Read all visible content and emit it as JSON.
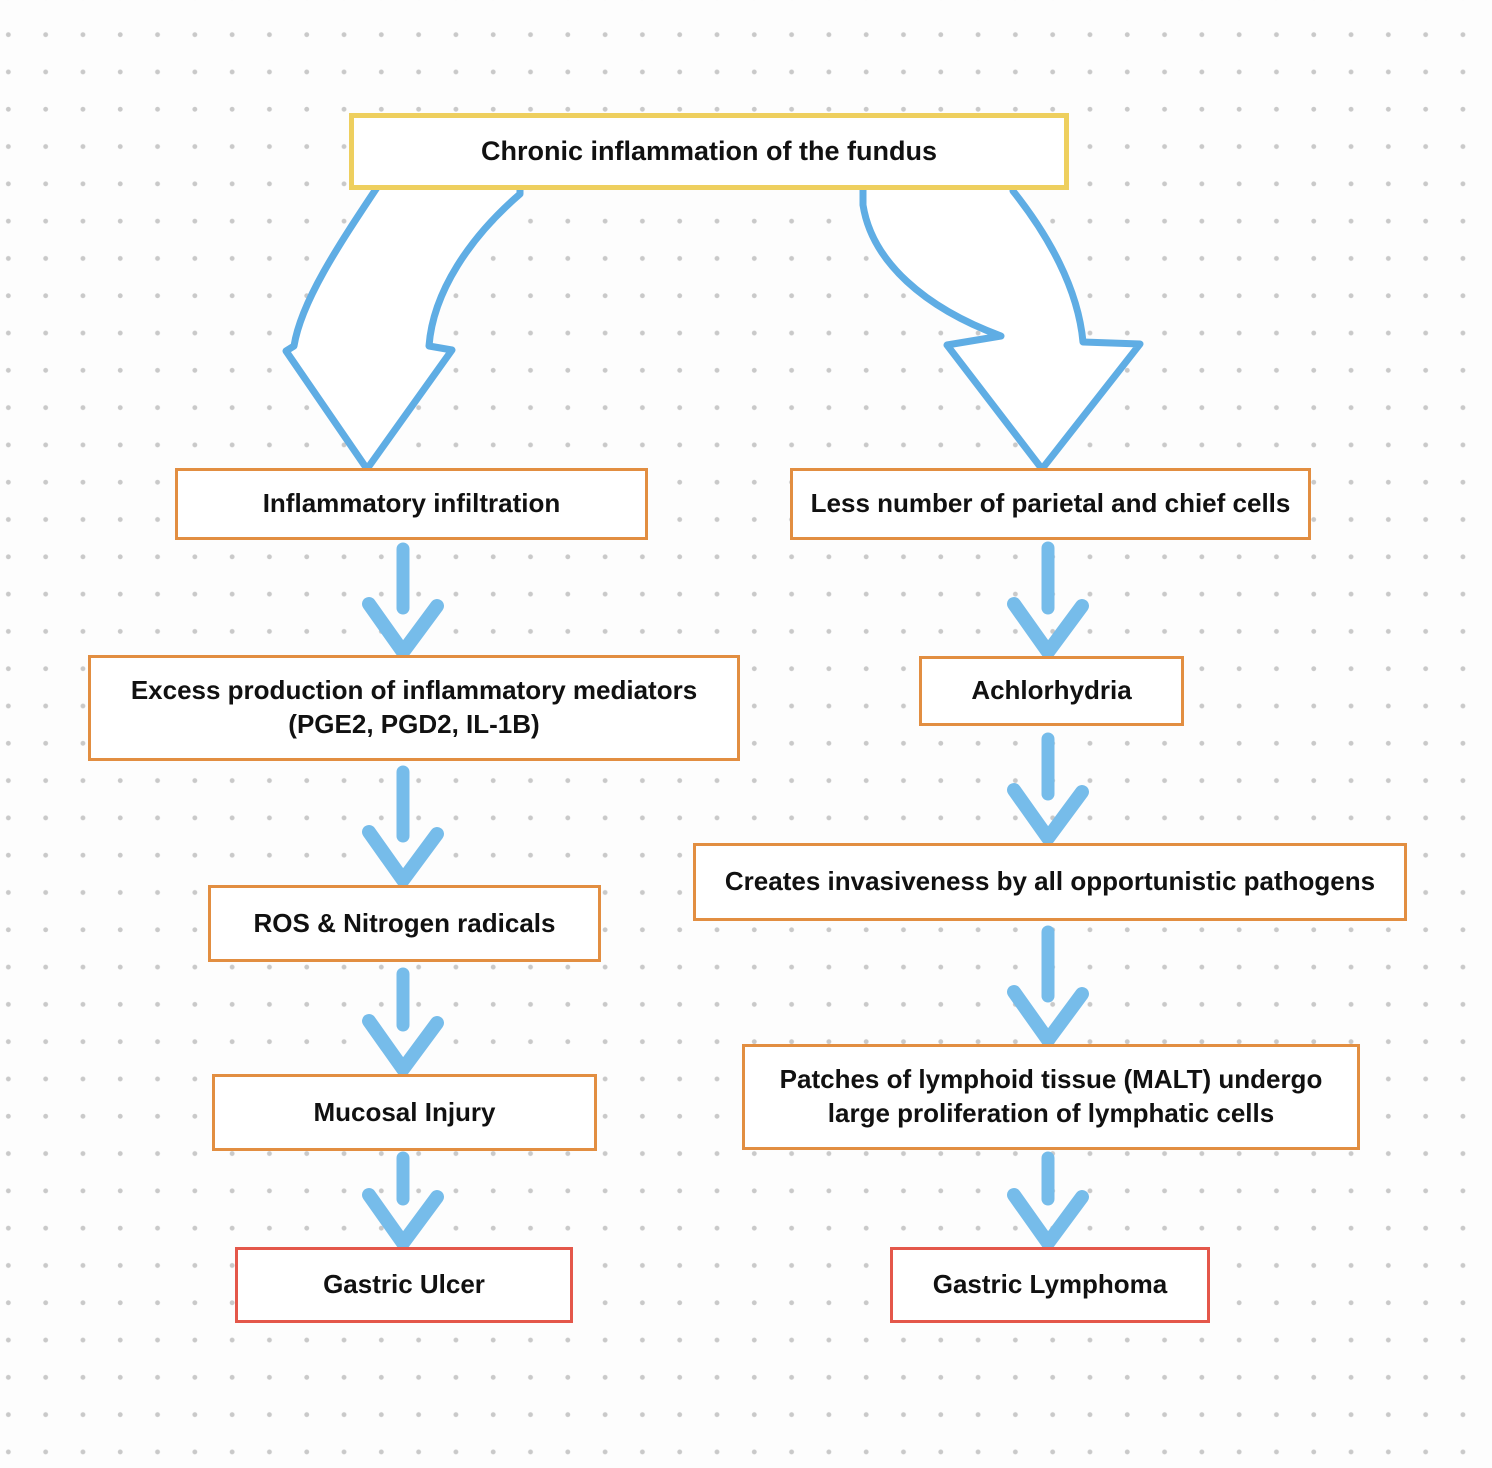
{
  "diagram": {
    "title": "Chronic inflammation  of the fundus",
    "left_branch": {
      "nodes": [
        {
          "label": "Inflammatory infiltration"
        },
        {
          "label": "Excess production of inflammatory mediators\n(PGE2, PGD2, IL-1B)"
        },
        {
          "label": "ROS & Nitrogen radicals"
        },
        {
          "label": "Mucosal Injury"
        },
        {
          "label": "Gastric Ulcer"
        }
      ]
    },
    "right_branch": {
      "nodes": [
        {
          "label": "Less number of parietal and chief cells"
        },
        {
          "label": "Achlorhydria"
        },
        {
          "label": "Creates invasiveness by all opportunistic pathogens"
        },
        {
          "label": "Patches of lymphoid tissue (MALT) undergo\nlarge proliferation of lymphatic cells"
        },
        {
          "label": "Gastric Lymphoma"
        }
      ]
    },
    "colors": {
      "title_border": "#eecf5e",
      "node_border": "#e28e41",
      "terminal_border": "#e4574a",
      "arrow": "#76bcea",
      "arrow_outline": "#5fade4",
      "text": "#111111",
      "background": "#fdfdfd",
      "dot": "#c9c9c9"
    }
  }
}
